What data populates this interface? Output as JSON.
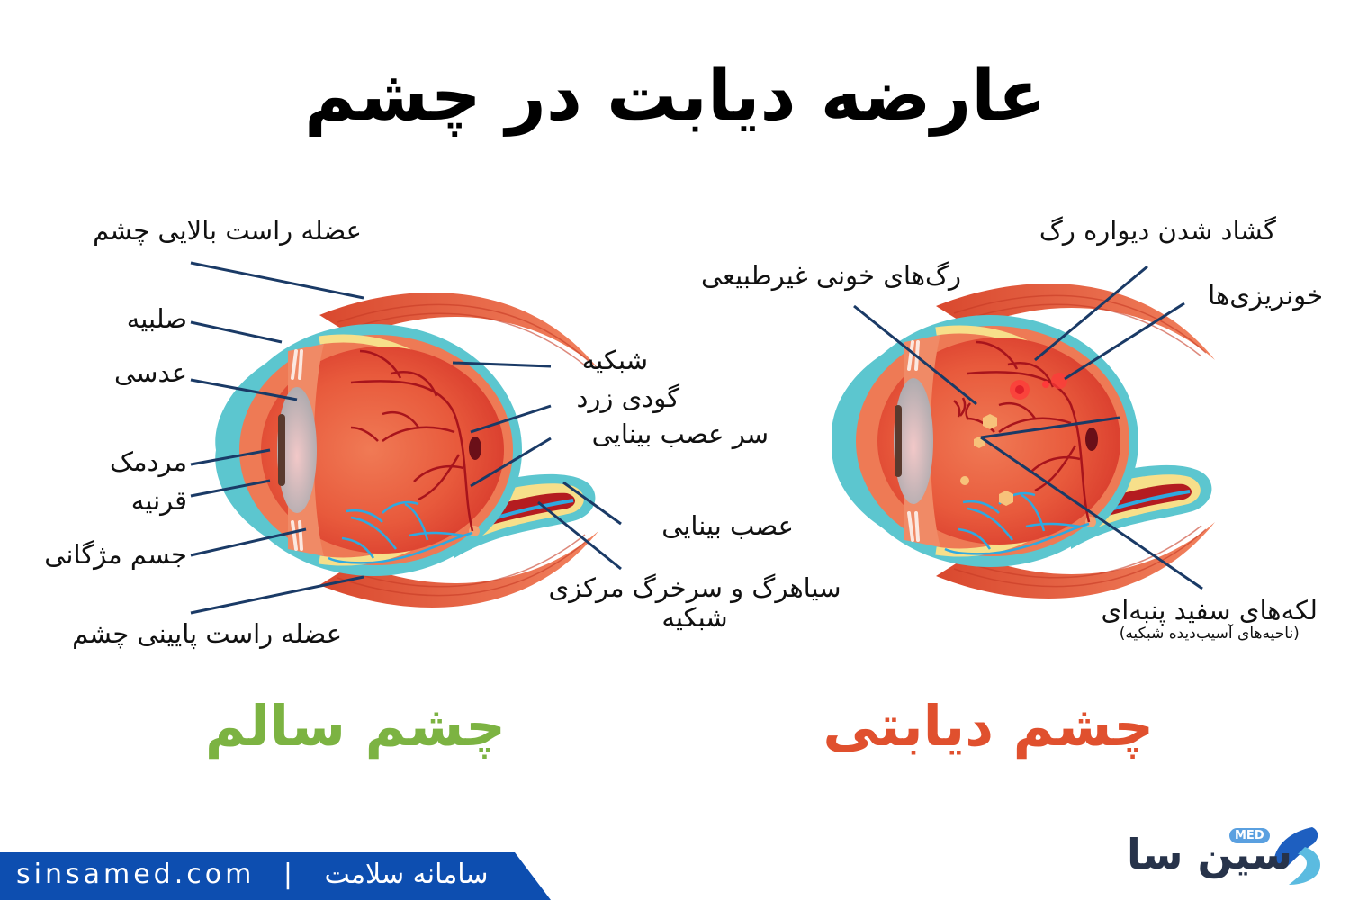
{
  "title": "عارضه دیابت در چشم",
  "healthy_eye": {
    "caption": "چشم سالم",
    "caption_color": "#7cb342",
    "labels": {
      "superior_rectus": "عضله راست بالایی چشم",
      "sclera": "صلبیه",
      "lens": "عدسی",
      "pupil": "مردمک",
      "cornea": "قرنیه",
      "ciliary_body": "جسم مژگانی",
      "inferior_rectus": "عضله راست پایینی چشم",
      "retina": "شبکیه",
      "macula": "گودی زرد",
      "optic_disc": "سر عصب بینایی",
      "optic_nerve": "عصب بینایی",
      "central_vessels_line1": "سیاهرگ و سرخرگ مرکزی",
      "central_vessels_line2": "شبکیه"
    }
  },
  "diabetic_eye": {
    "caption": "چشم دیابتی",
    "caption_color": "#e0502e",
    "labels": {
      "vessel_dilation": "گشاد شدن دیواره رگ",
      "abnormal_vessels": "رگ‌های خونی غیرطبیعی",
      "hemorrhages": "خونریزی‌ها",
      "cotton_wool_spots": "لکه‌های سفید پنبه‌ای",
      "cotton_wool_note": "(ناحیه‌های آسیب‌دیده شبکیه)"
    }
  },
  "footer": {
    "website": "sinsamed.com",
    "separator": "|",
    "tagline": "سامانه سلامت",
    "band_color": "#0d4eb0"
  },
  "logo": {
    "name": "سین سا",
    "badge": "MED"
  },
  "colors": {
    "muscle": "#e8603c",
    "sclera": "#5cc6cf",
    "retina": "#f7df8a",
    "vitreous": "#e24a32",
    "vein": "#2fa9e0",
    "artery": "#a8141c",
    "leader_line": "#1a3a66"
  }
}
